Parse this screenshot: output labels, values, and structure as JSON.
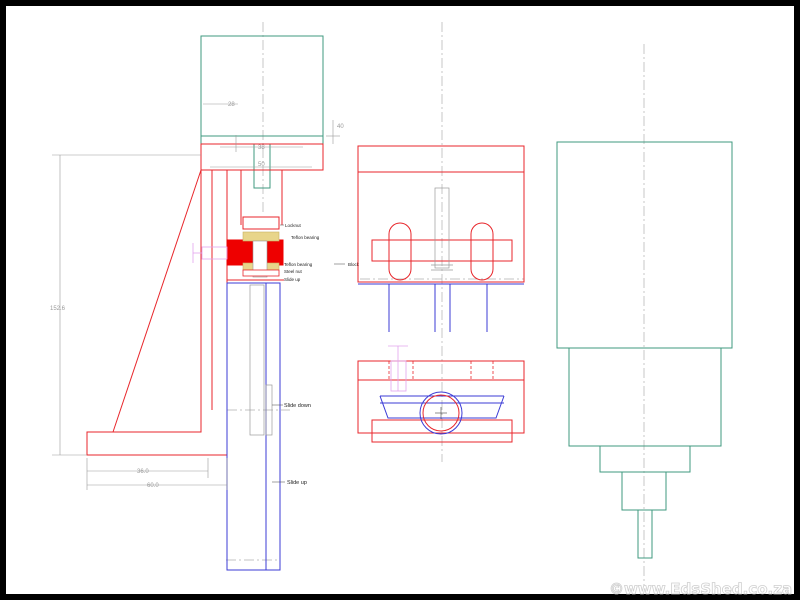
{
  "colors": {
    "red": "#e8262b",
    "blue": "#3b3bd6",
    "green": "#3f9a7f",
    "dimension": "#9a9a9a",
    "centerline": "#b0b0b0",
    "bearing": "#e8d58a",
    "block": "#ee0000",
    "pink": "#e2a4ee",
    "frame": "#000000"
  },
  "dimensions": {
    "d28": "28",
    "d40": "40",
    "d38": "38",
    "d50": "50",
    "d152": "152.6",
    "d36": "36.0",
    "d60": "60.0"
  },
  "labels": {
    "locknut": "Locknut",
    "teflon_top": "Teflon bearing",
    "teflon_bottom": "Teflon bearing",
    "block": "Block",
    "steel_nut": "Steel nut",
    "slide": "Slide up",
    "slide_down": "Slide down",
    "slide_up": "Slide up"
  },
  "watermark": "©www.EdsShed.co.za"
}
